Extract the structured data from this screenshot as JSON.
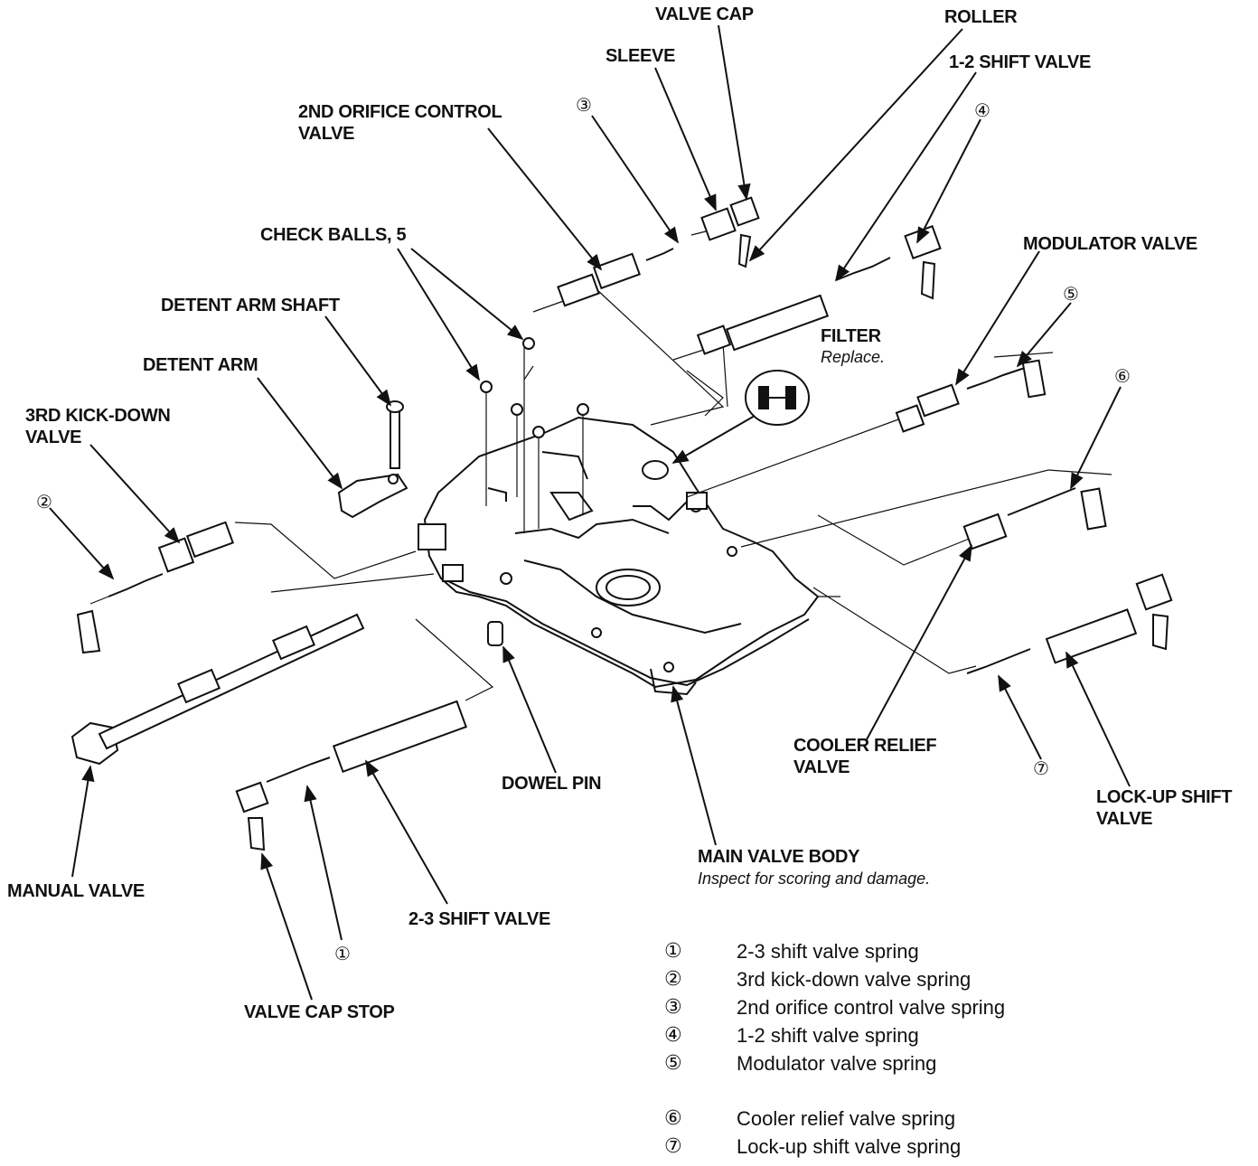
{
  "labels": {
    "valve_cap": "VALVE CAP",
    "roller": "ROLLER",
    "sleeve": "SLEEVE",
    "shift_12": "1-2 SHIFT VALVE",
    "orifice_2nd_line1": "2ND ORIFICE CONTROL",
    "orifice_2nd_line2": "VALVE",
    "check_balls": "CHECK BALLS, 5",
    "modulator": "MODULATOR VALVE",
    "detent_arm_shaft": "DETENT ARM SHAFT",
    "filter": "FILTER",
    "filter_note": "Replace.",
    "detent_arm": "DETENT ARM",
    "kickdown_line1": "3RD KICK-DOWN",
    "kickdown_line2": "VALVE",
    "cooler_relief_line1": "COOLER RELIEF",
    "cooler_relief_line2": "VALVE",
    "dowel_pin": "DOWEL PIN",
    "lockup_line1": "LOCK-UP SHIFT",
    "lockup_line2": "VALVE",
    "main_body": "MAIN VALVE BODY",
    "main_body_note": "Inspect for scoring and damage.",
    "manual": "MANUAL VALVE",
    "shift_23": "2-3 SHIFT VALVE",
    "valve_cap_stop": "VALVE CAP STOP"
  },
  "callouts": {
    "c1": "①",
    "c2": "②",
    "c3": "③",
    "c4": "④",
    "c5": "⑤",
    "c6": "⑥",
    "c7": "⑦"
  },
  "legend": [
    {
      "num": "①",
      "text": "2-3 shift valve spring"
    },
    {
      "num": "②",
      "text": "3rd kick-down valve spring"
    },
    {
      "num": "③",
      "text": "2nd orifice control valve spring"
    },
    {
      "num": "④",
      "text": "1-2 shift valve spring"
    },
    {
      "num": "⑤",
      "text": "Modulator valve spring"
    },
    {
      "num": "⑥",
      "text": "Cooler relief valve spring"
    },
    {
      "num": "⑦",
      "text": "Lock-up shift valve spring"
    }
  ]
}
